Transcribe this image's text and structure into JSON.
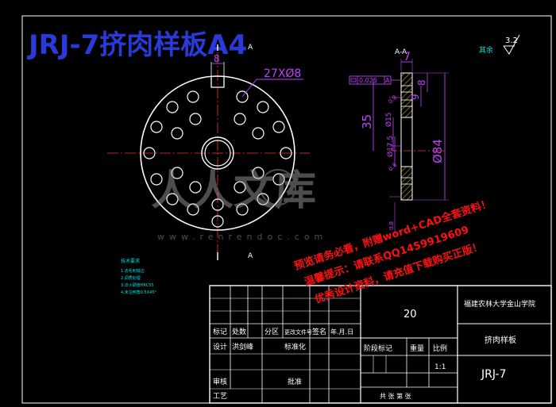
{
  "drawing": {
    "title": "JRJ-7挤肉样板A4",
    "section_label_top": "A",
    "section_label_bottom": "A",
    "section_view_label": "A-A",
    "holes_callout": "27XØ8",
    "slot_width": "8",
    "roughness_value": "3.2",
    "roughness_note": "其余",
    "flatness_tol": "0.025",
    "flatness_datum": "A",
    "dims": {
      "thickness": "7",
      "d8": "8",
      "d9": "9",
      "d35": "35",
      "d15": "Ø15",
      "d17_5": "Ø17.5",
      "d84": "Ø84",
      "r_small_1": "0.8",
      "r_small_2": "0.8",
      "r_small_3": "0.8"
    }
  },
  "technical_requirements": {
    "heading": "技术要求",
    "items": [
      "1.去毛刺锐边",
      "2.调质处理",
      "3.淬火硬度HRC55",
      "4.未注倒角0.5X45°"
    ]
  },
  "title_block": {
    "quantity": "20",
    "school": "福建农林大学金山学院",
    "part_name": "挤肉样板",
    "drawing_no": "JRJ-7",
    "scale": "1:1",
    "sheet": "共  张  第  张",
    "headers": {
      "mark": "标记",
      "count": "处数",
      "zone": "分区",
      "doc_no": "更改文件号",
      "sign": "签名",
      "date": "年.月.日",
      "design": "设计",
      "designer": "洪剑峰",
      "standard": "标准化",
      "stage": "阶段标记",
      "weight": "重量",
      "ratio": "比例",
      "review": "审核",
      "process": "工艺",
      "approve": "批准"
    }
  },
  "watermark": {
    "logo_text": "人人文库",
    "url": "www.renrendoc.com",
    "notes": [
      "预览请务必看，附赠word+CAD全套资料！",
      "温馨提示：请联系QQ1459919609",
      "优秀设计资料，请充值下载购买正版！"
    ]
  },
  "colors": {
    "background": "#000000",
    "frame": "#ffffff",
    "outline": "#ffffff",
    "dimension": "#c040ff",
    "centerline": "#ff3030",
    "hatch": "#c9a040",
    "title": "#2a3ad8",
    "tech_text": "#00e0e0",
    "red_note": "#ff1010"
  }
}
